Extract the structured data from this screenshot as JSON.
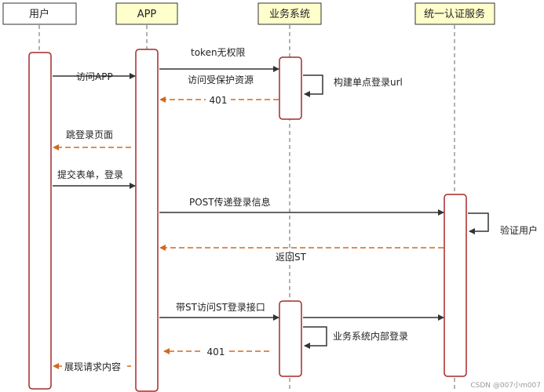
{
  "participants": [
    {
      "id": "user",
      "label": "用户",
      "fill": "#ffffff"
    },
    {
      "id": "app",
      "label": "APP",
      "fill": "#ffffcc"
    },
    {
      "id": "biz",
      "label": "业务系统",
      "fill": "#ffffcc"
    },
    {
      "id": "auth",
      "label": "统一认证服务",
      "fill": "#ffffcc"
    }
  ],
  "messages": [
    {
      "id": "m1",
      "text": "访问APP",
      "style": "solid"
    },
    {
      "id": "m2",
      "text": "token无权限",
      "style": "solid"
    },
    {
      "id": "m2b",
      "text": "访问受保护资源",
      "style": "note"
    },
    {
      "id": "m3",
      "text": "构建单点登录url",
      "style": "self"
    },
    {
      "id": "m4",
      "text": "401",
      "style": "dashed"
    },
    {
      "id": "m5",
      "text": "跳登录页面",
      "style": "dashed"
    },
    {
      "id": "m6",
      "text": "提交表单，登录",
      "style": "solid"
    },
    {
      "id": "m7",
      "text": "POST传递登录信息",
      "style": "solid"
    },
    {
      "id": "m8",
      "text": "验证用户",
      "style": "self"
    },
    {
      "id": "m9",
      "text": "返回ST",
      "style": "dashed"
    },
    {
      "id": "m10",
      "text": "带ST访问ST登录接口",
      "style": "solid"
    },
    {
      "id": "m10b",
      "text": "",
      "style": "solid"
    },
    {
      "id": "m11",
      "text": "业务系统内部登录",
      "style": "self"
    },
    {
      "id": "m12",
      "text": "401",
      "style": "dashed"
    },
    {
      "id": "m13",
      "text": "展现请求内容",
      "style": "dashed"
    }
  ],
  "colors": {
    "line": "#333333",
    "activation_border": "#a52a2a",
    "return_arrow": "#d2691e",
    "lifeline": "#666666"
  },
  "watermark": "CSDN @007小m007"
}
